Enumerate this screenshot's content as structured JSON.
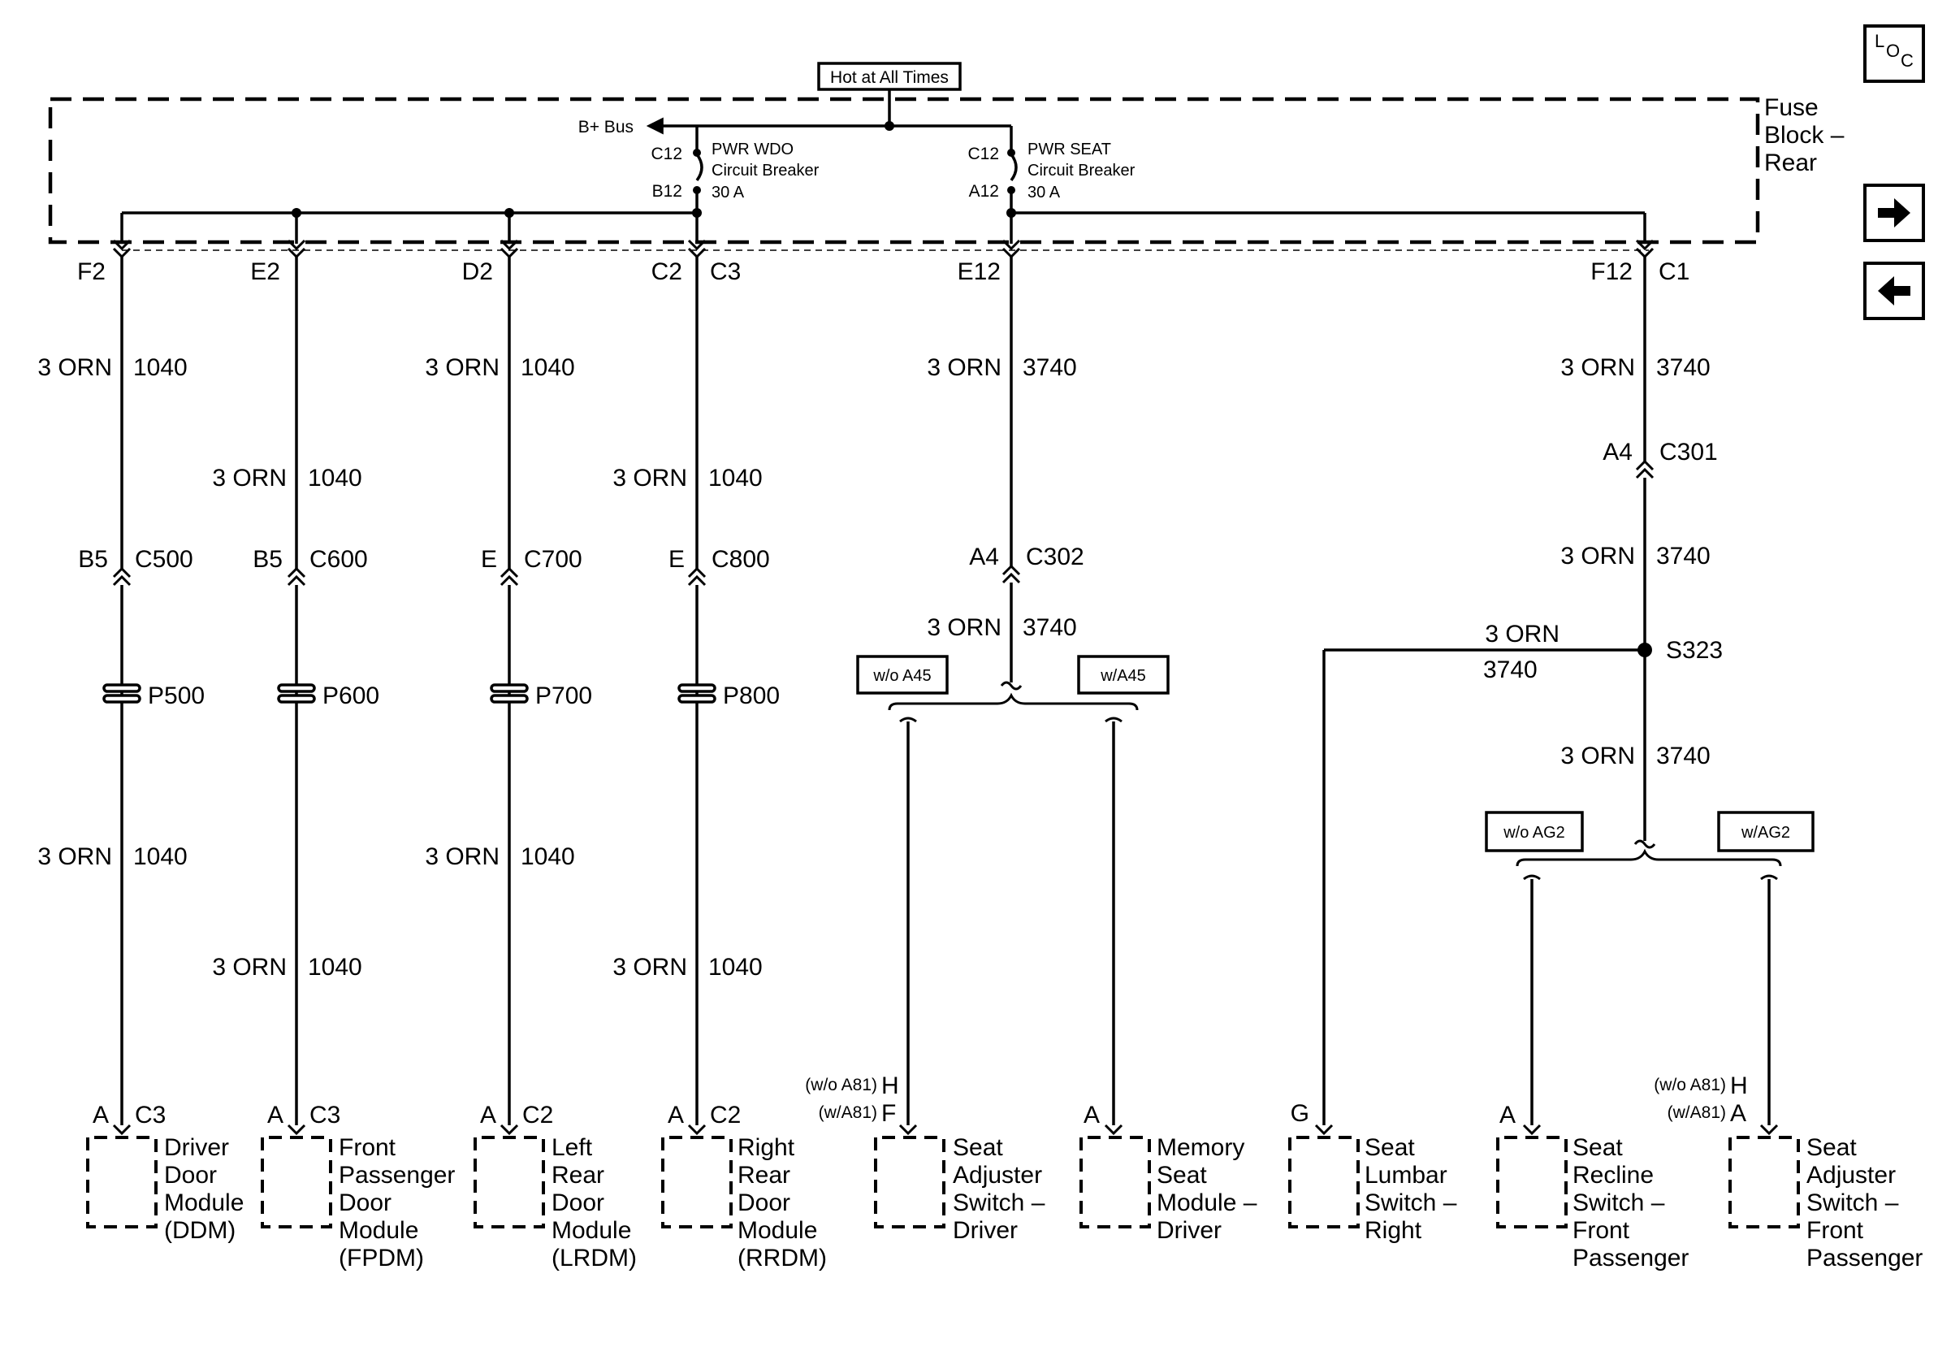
{
  "power": {
    "hot_label": "Hot at All Times",
    "bus_label": "B+ Bus",
    "fuse_block": [
      "Fuse",
      "Block –",
      "Rear"
    ],
    "breaker_left": {
      "top_pin": "C12",
      "bottom_pin": "B12",
      "lines": [
        "PWR WDO",
        "Circuit Breaker",
        "30 A"
      ]
    },
    "breaker_right": {
      "top_pin": "C12",
      "bottom_pin": "A12",
      "lines": [
        "PWR SEAT",
        "Circuit Breaker",
        "30 A"
      ]
    }
  },
  "circuits": {
    "ddm": {
      "pin_top": "F2",
      "connector": "B5",
      "conn_id": "C500",
      "grommet": "P500",
      "wire_a": [
        "3 ORN",
        "1040"
      ],
      "wire_b": [
        "3 ORN",
        "1040"
      ],
      "end_pin": "A",
      "end_conn": "C3"
    },
    "fpdm": {
      "pin_top": "E2",
      "connector": "B5",
      "conn_id": "C600",
      "grommet": "P600",
      "wire_a": [
        "3 ORN",
        "1040"
      ],
      "wire_b": [
        "3 ORN",
        "1040"
      ],
      "end_pin": "A",
      "end_conn": "C3"
    },
    "lrdm": {
      "pin_top": "D2",
      "connector": "E",
      "conn_id": "C700",
      "grommet": "P700",
      "wire_a": [
        "3 ORN",
        "1040"
      ],
      "wire_b": [
        "3 ORN",
        "1040"
      ],
      "end_pin": "A",
      "end_conn": "C2"
    },
    "rrdm": {
      "pin_top": "C2",
      "pin_top_conn": "C3",
      "connector": "E",
      "conn_id": "C800",
      "grommet": "P800",
      "wire_a": [
        "3 ORN",
        "1040"
      ],
      "wire_b": [
        "3 ORN",
        "1040"
      ],
      "end_pin": "A",
      "end_conn": "C2"
    },
    "seat_driver": {
      "pin_top": "E12",
      "wire_a": [
        "3 ORN",
        "3740"
      ],
      "connector": "A4",
      "conn_id": "C302",
      "wire_b": [
        "3 ORN",
        "3740"
      ],
      "opt_left": "w/o A45",
      "opt_right": "w/A45"
    },
    "seat_pass": {
      "pin_top": "F12",
      "pin_top_conn": "C1",
      "wire_a": [
        "3 ORN",
        "3740"
      ],
      "connector": "A4",
      "conn_id": "C301",
      "wire_b": [
        "3 ORN",
        "3740"
      ],
      "splice": "S323",
      "branch_wire": [
        "3 ORN",
        "3740"
      ],
      "wire_c": [
        "3 ORN",
        "3740"
      ],
      "opt_left": "w/o AG2",
      "opt_right": "w/AG2"
    }
  },
  "modules": [
    {
      "pin": "A",
      "conn": "C3",
      "lines": [
        "Driver",
        "Door",
        "Module",
        "(DDM)"
      ]
    },
    {
      "pin": "A",
      "conn": "C3",
      "lines": [
        "Front",
        "Passenger",
        "Door",
        "Module",
        "(FPDM)"
      ]
    },
    {
      "pin": "A",
      "conn": "C2",
      "lines": [
        "Left",
        "Rear",
        "Door",
        "Module",
        "(LRDM)"
      ]
    },
    {
      "pin": "A",
      "conn": "C2",
      "lines": [
        "Right",
        "Rear",
        "Door",
        "Module",
        "(RRDM)"
      ]
    },
    {
      "pin_note_1": "(w/o A81)",
      "pin_1": "H",
      "pin_note_2": "(w/A81)",
      "pin_2": "F",
      "lines": [
        "Seat",
        "Adjuster",
        "Switch –",
        "Driver"
      ]
    },
    {
      "pin": "A",
      "lines": [
        "Memory",
        "Seat",
        "Module –",
        "Driver"
      ]
    },
    {
      "pin": "G",
      "lines": [
        "Seat",
        "Lumbar",
        "Switch –",
        "Right"
      ]
    },
    {
      "pin": "A",
      "lines": [
        "Seat",
        "Recline",
        "Switch –",
        "Front",
        "Passenger"
      ]
    },
    {
      "pin_note_1": "(w/o A81)",
      "pin_1": "H",
      "pin_note_2": "(w/A81)",
      "pin_2": "A",
      "lines": [
        "Seat",
        "Adjuster",
        "Switch –",
        "Front",
        "Passenger"
      ]
    }
  ],
  "nav": {
    "loc_icon": "L O C",
    "next_icon": "arrow-right-icon",
    "prev_icon": "arrow-left-icon"
  }
}
